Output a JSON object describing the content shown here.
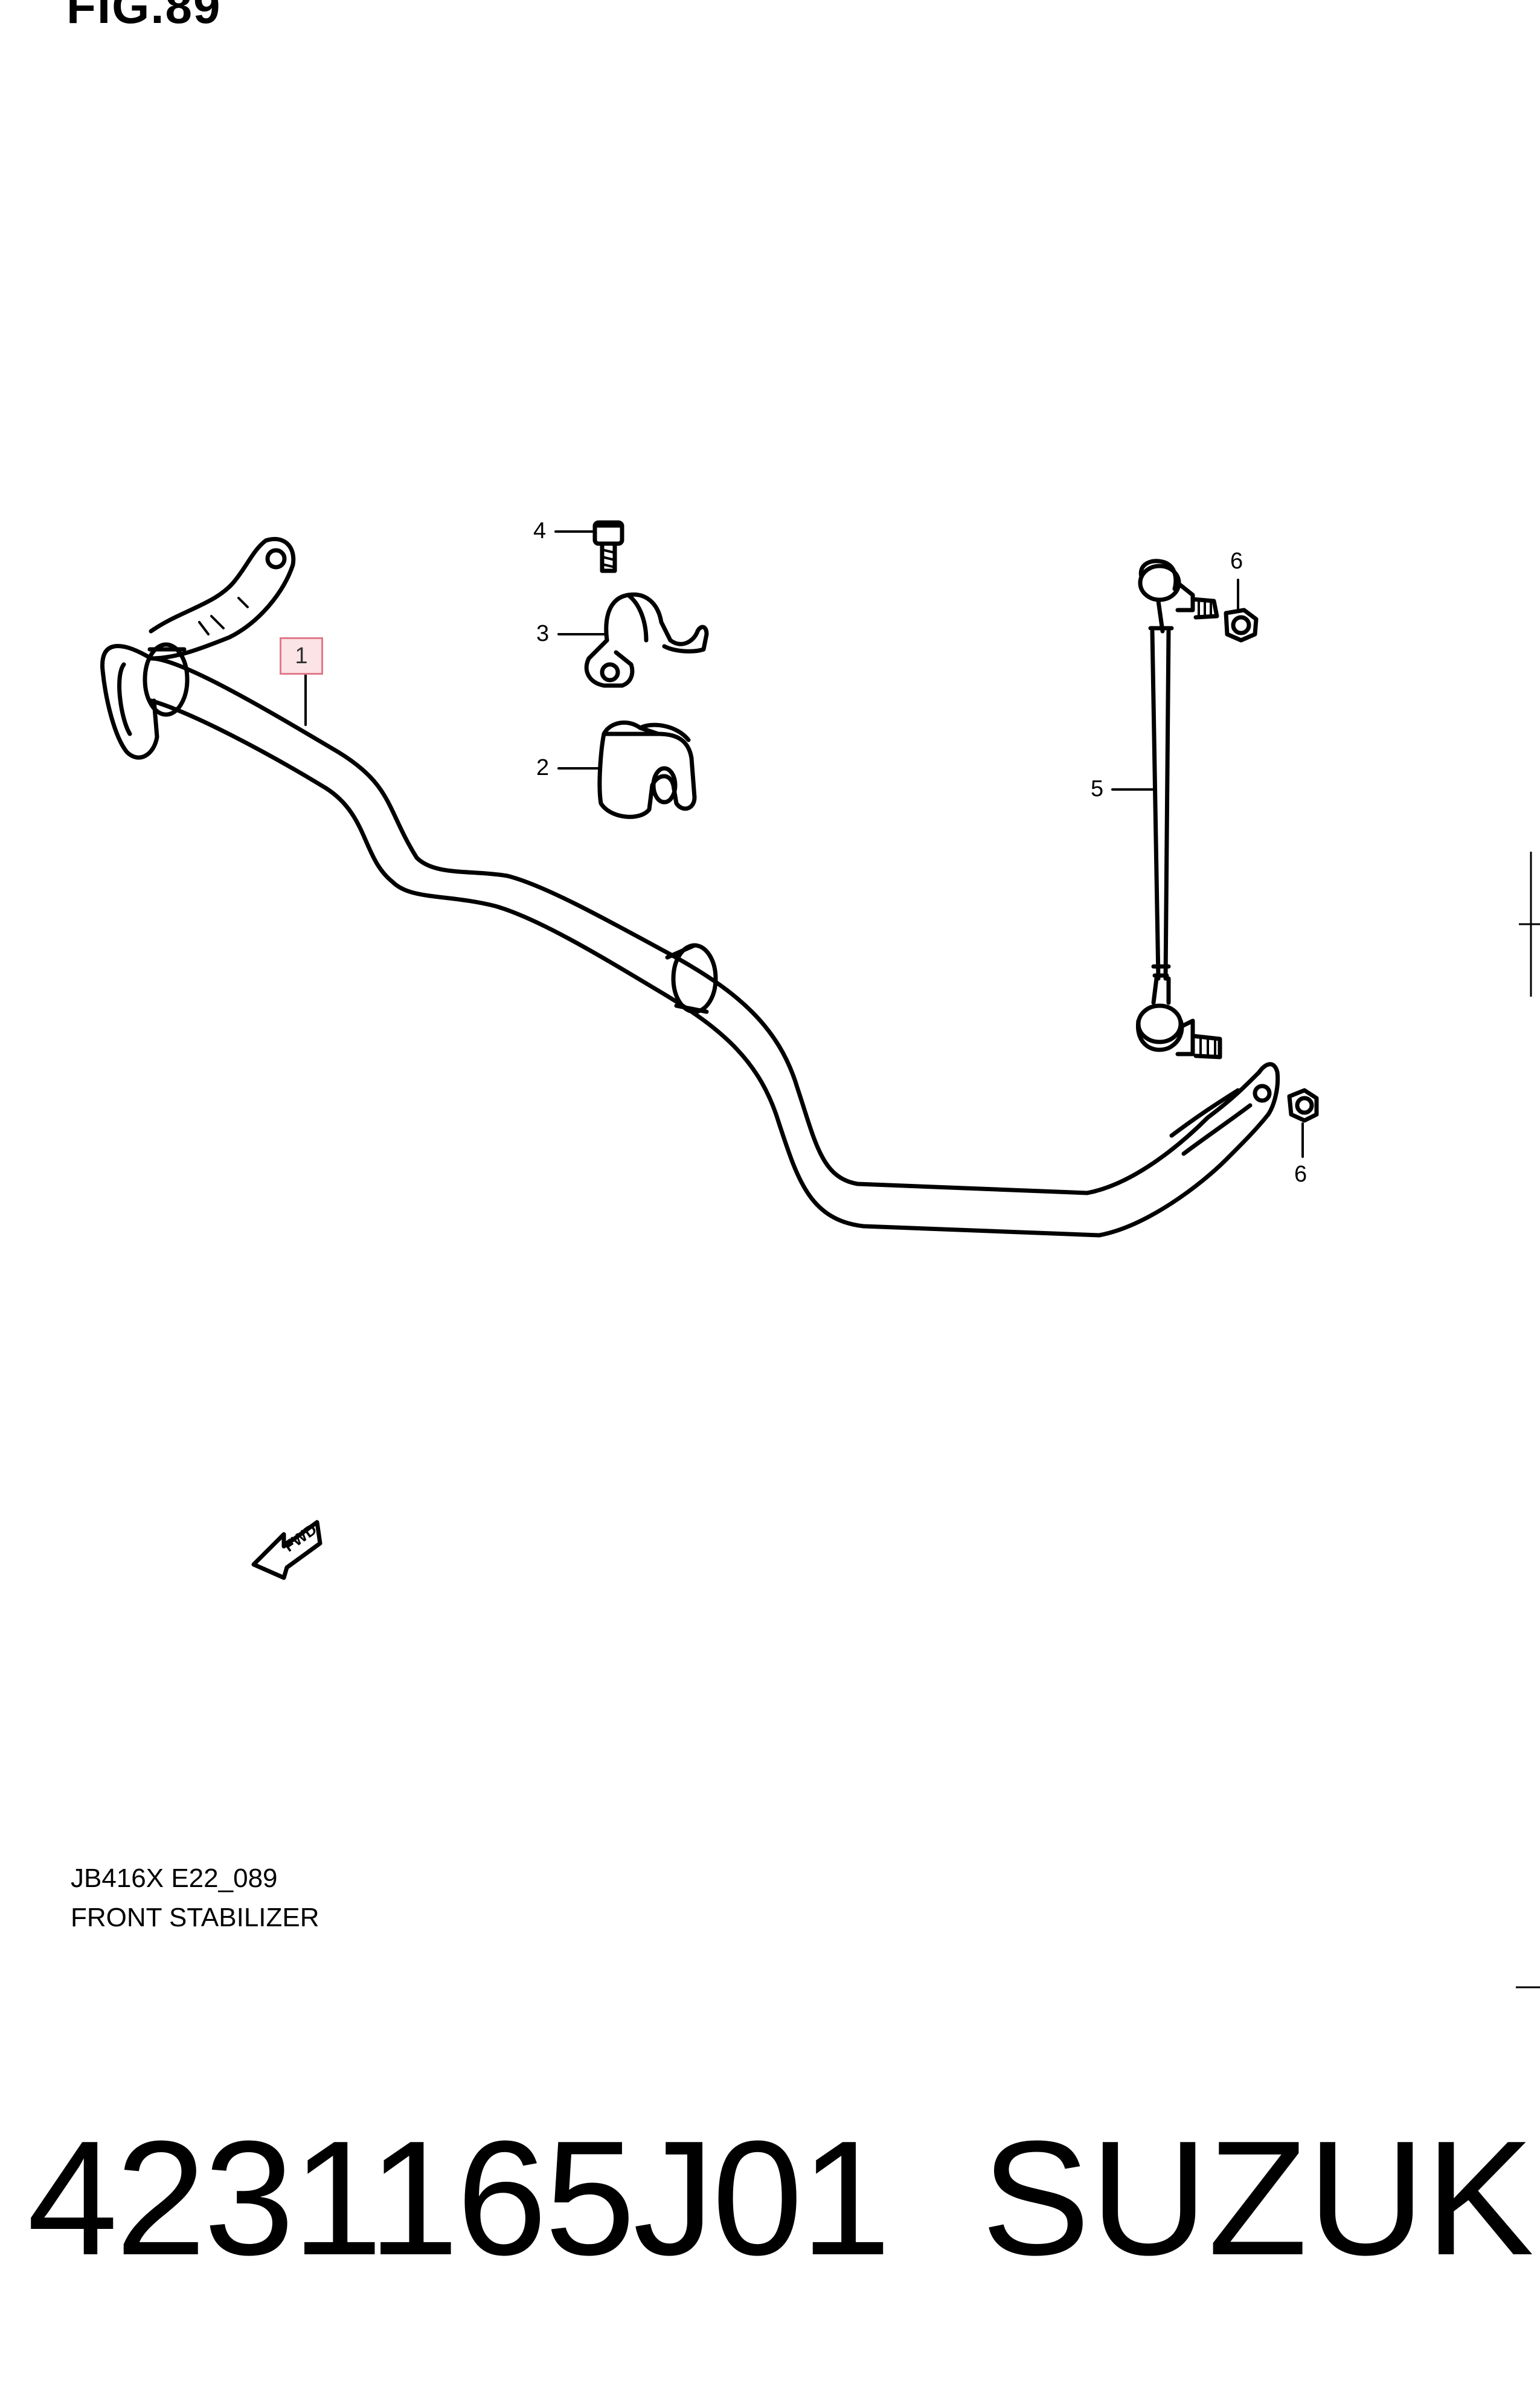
{
  "figure": {
    "title": "FIG.89",
    "code": "JB416X E22_089",
    "name": "FRONT STABILIZER",
    "fwd_label": "FWD"
  },
  "callouts": {
    "part1": "1",
    "part2": "2",
    "part3": "3",
    "part4": "4",
    "part5": "5",
    "part6_top": "6",
    "part6_bottom": "6"
  },
  "footer": {
    "part_number": "4231165J01",
    "brand": "SUZUKI"
  },
  "colors": {
    "highlight_fill": "#fbe3e6",
    "highlight_border": "#e07a8a"
  }
}
